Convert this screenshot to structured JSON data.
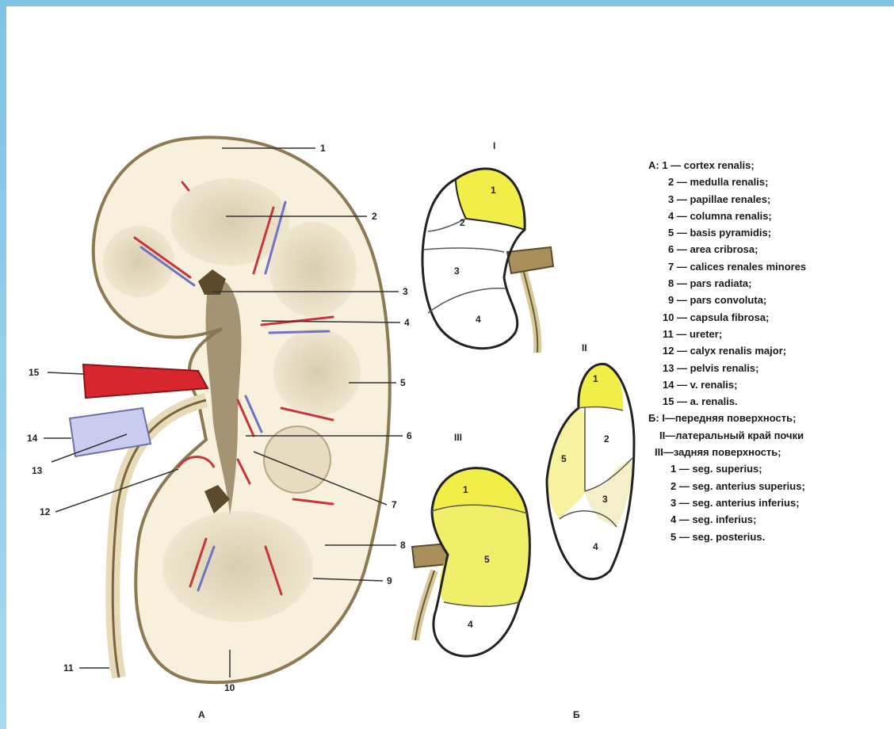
{
  "figure_labels": {
    "A": "A",
    "B": "Б"
  },
  "view_labels": {
    "I": "I",
    "II": "II",
    "III": "III"
  },
  "callout_numbers": [
    "1",
    "2",
    "3",
    "4",
    "5",
    "6",
    "7",
    "8",
    "9",
    "10",
    "11",
    "12",
    "13",
    "14",
    "15"
  ],
  "segment_numbers": {
    "view1": [
      "1",
      "2",
      "3",
      "4"
    ],
    "view2": [
      "1",
      "2",
      "3",
      "4",
      "5"
    ],
    "view3": [
      "1",
      "5",
      "4"
    ]
  },
  "legend": {
    "A_prefix": "A:",
    "A_items": [
      "1 — cortex renalis;",
      "2 — medulla renalis;",
      "3 — papillae renales;",
      "4 — columna renalis;",
      "5 — basis pyramidis;",
      "6 — area cribrosa;",
      "7 — calices renales minores",
      "8 — pars radiata;",
      "9 — pars convoluta;",
      "10 — capsula fibrosa;",
      "11 — ureter;",
      "12 — calyx renalis major;",
      "13 — pelvis renalis;",
      "14 — v. renalis;",
      "15 — a. renalis."
    ],
    "B_prefix": "Б:",
    "B_views": [
      "I—передняя поверхность;",
      "II—латеральный край почки",
      "III—задняя поверхность;"
    ],
    "B_items": [
      "1 — seg. superius;",
      "2 — seg. anterius superius;",
      "3 — seg. anterius inferius;",
      "4 — seg. inferius;",
      "5 — seg. posterius."
    ]
  }
}
